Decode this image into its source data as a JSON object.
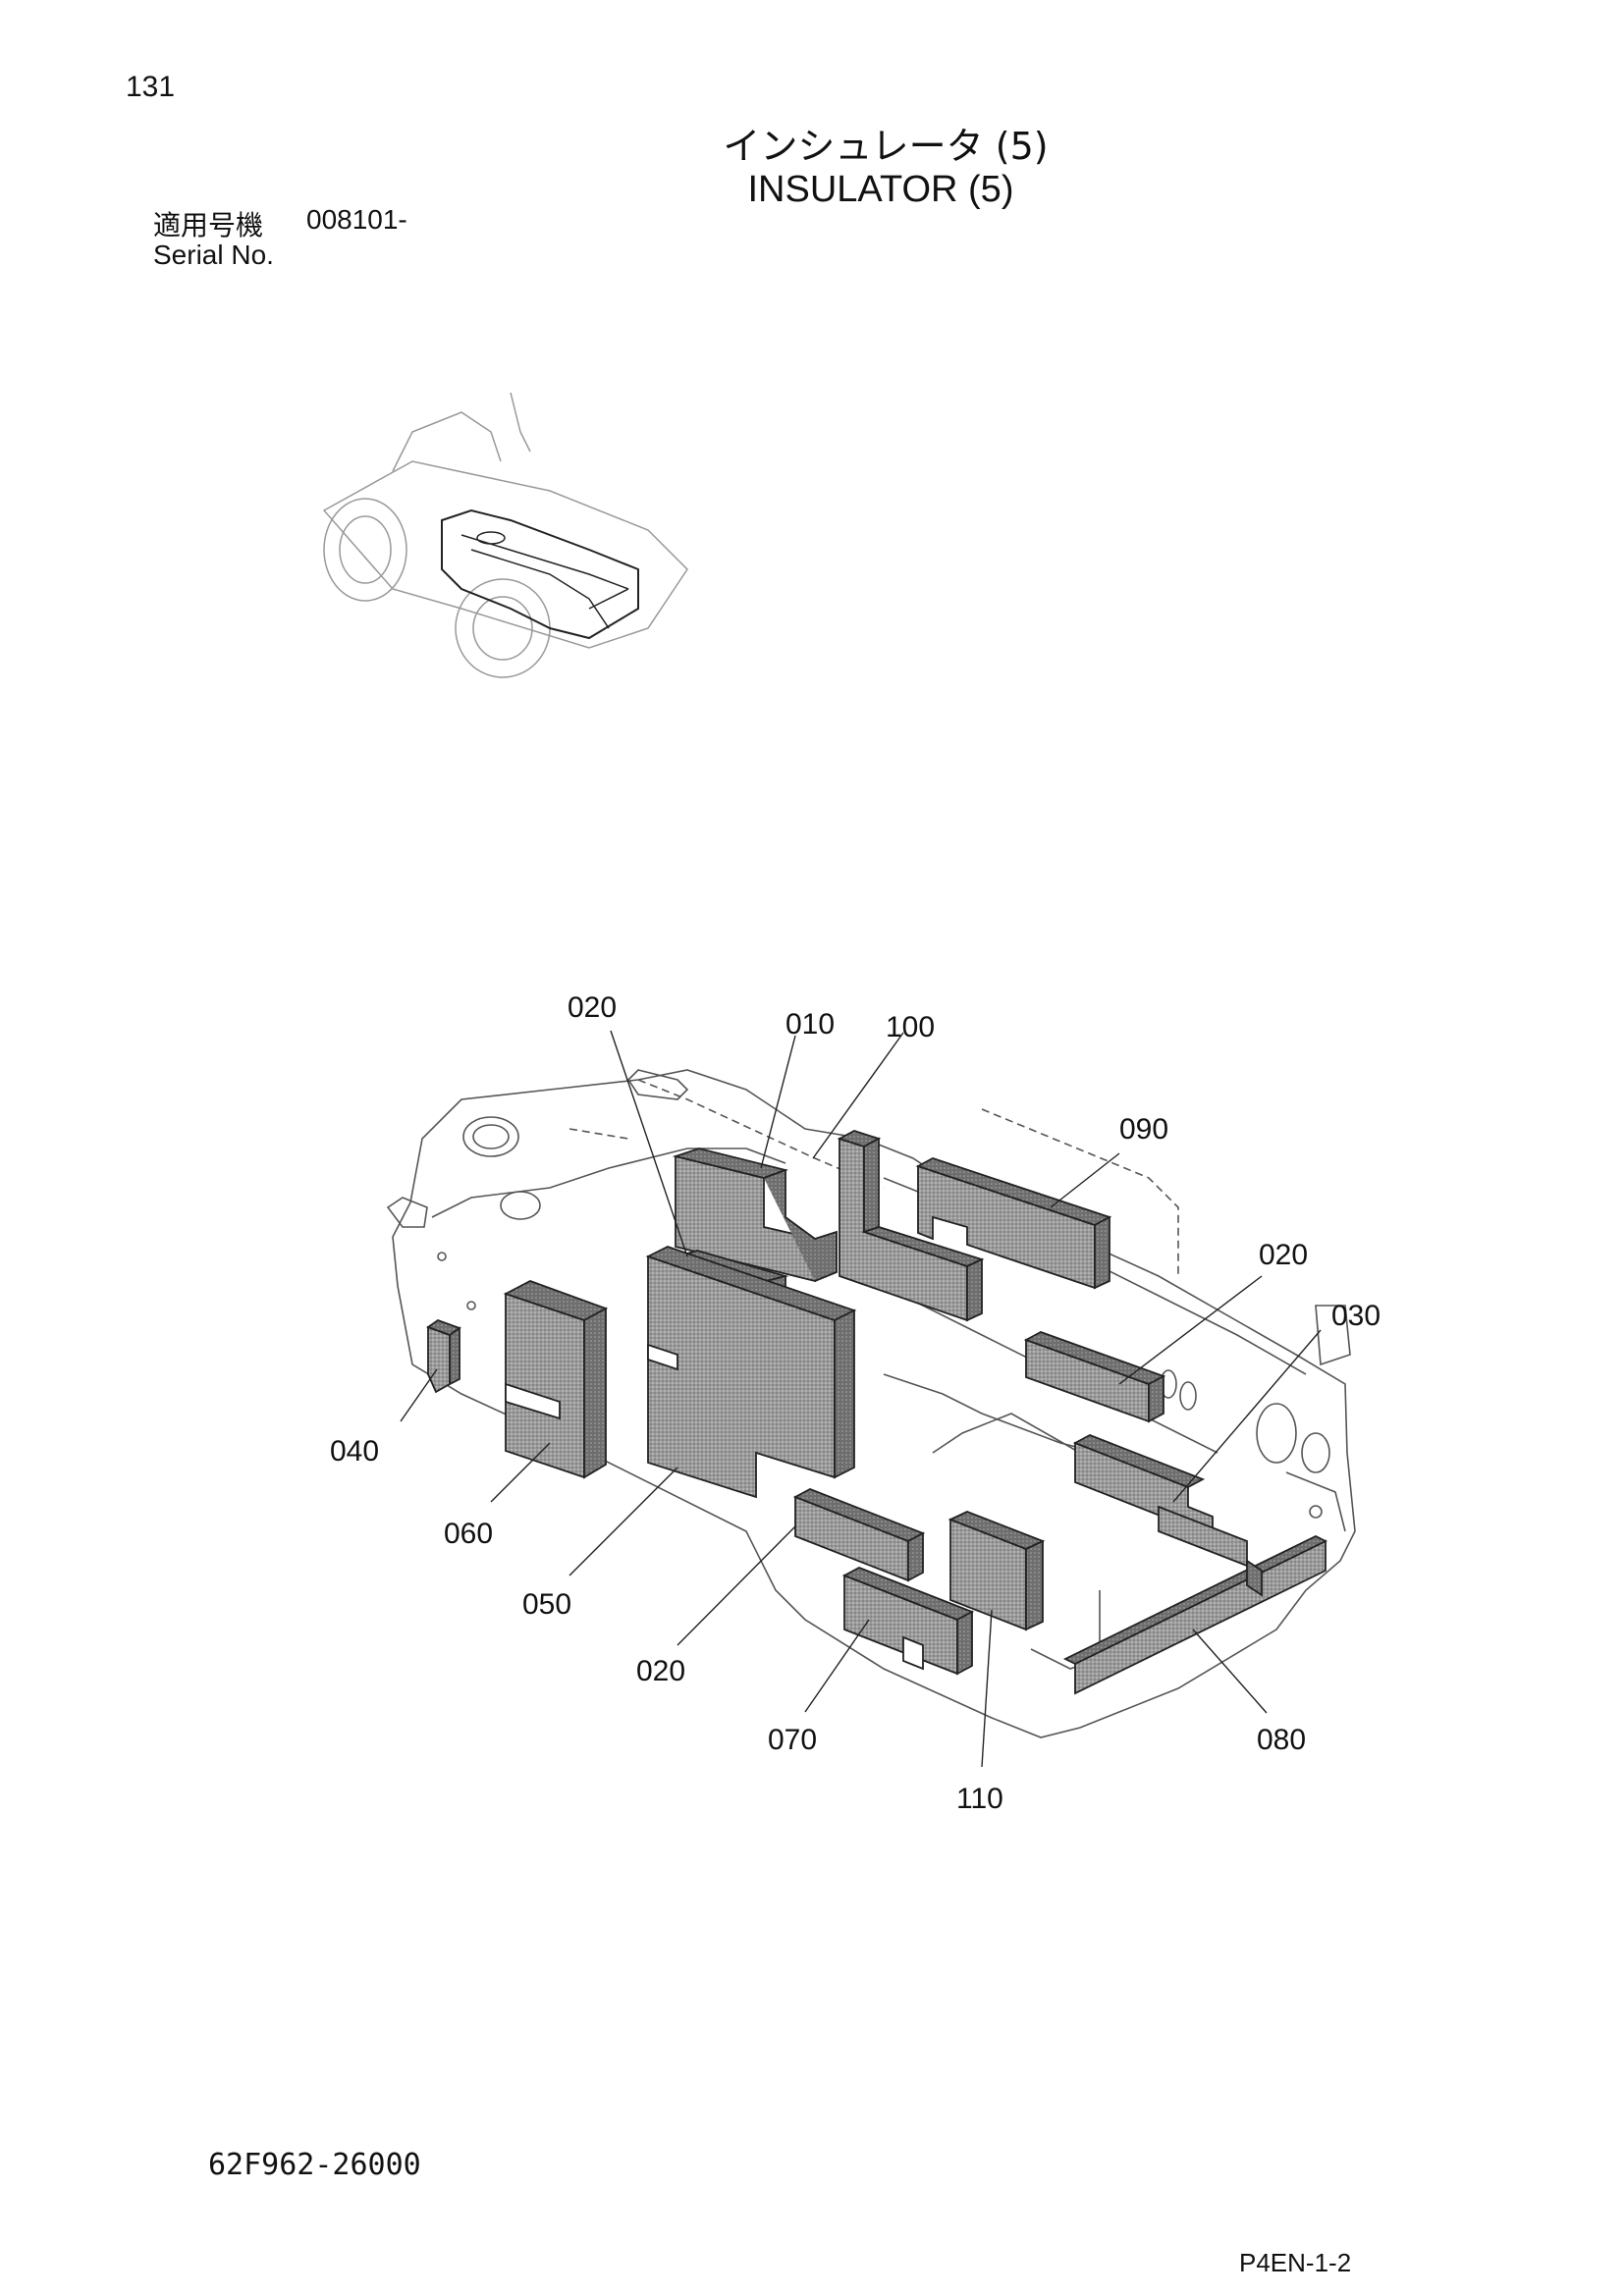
{
  "header": {
    "page_number": "131",
    "title_jp": "インシュレータ (5)",
    "title_en": "INSULATOR (5)",
    "serial_label_jp": "適用号機",
    "serial_value": "008101-",
    "serial_label_en": "Serial No."
  },
  "diagram": {
    "callouts": {
      "c020a": "020",
      "c010": "010",
      "c100": "100",
      "c090": "090",
      "c020b": "020",
      "c030": "030",
      "c040": "040",
      "c060": "060",
      "c050": "050",
      "c020c": "020",
      "c070": "070",
      "c110": "110",
      "c080": "080"
    }
  },
  "footer": {
    "doc_number": "62F962-26000",
    "page_code": "P4EN-1-2"
  }
}
